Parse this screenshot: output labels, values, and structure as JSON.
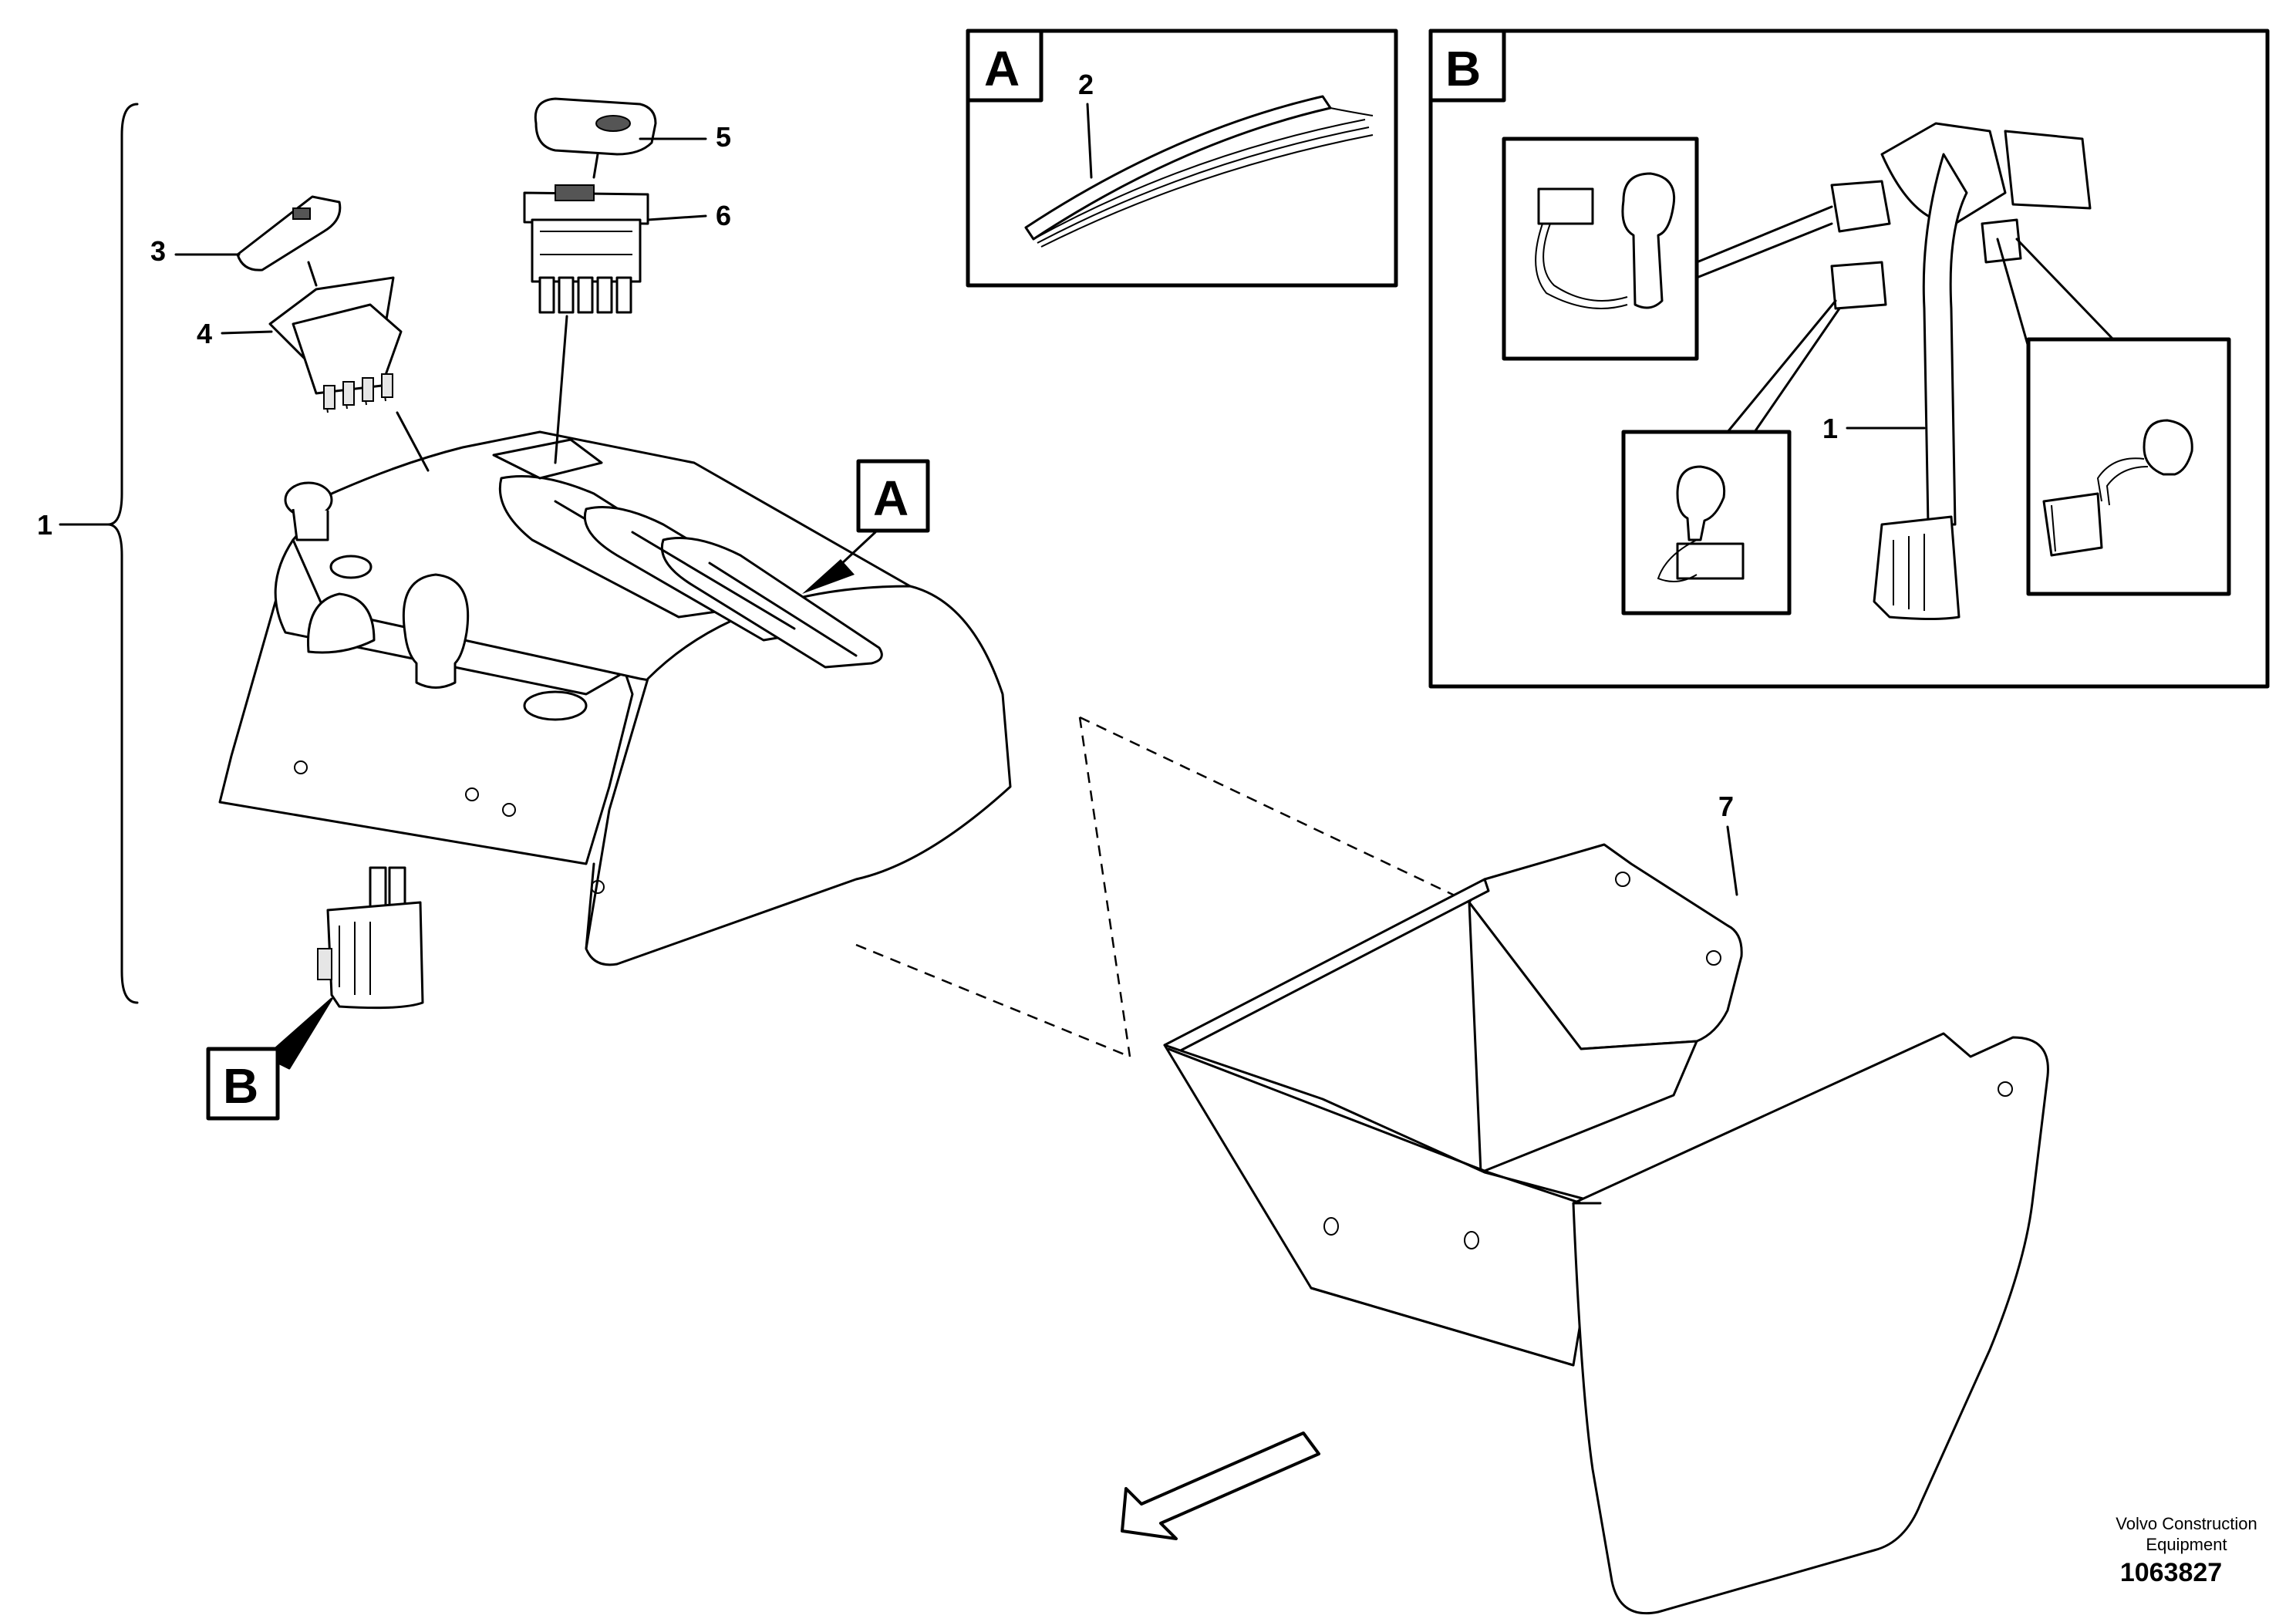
{
  "callouts": {
    "c1_main": "1",
    "c2": "2",
    "c3": "3",
    "c4": "4",
    "c5": "5",
    "c6": "6",
    "c7": "7",
    "c1_detail": "1"
  },
  "detail_labels": {
    "a_box": "A",
    "b_box": "B",
    "a_ref": "A",
    "b_ref": "B"
  },
  "footer": {
    "credit_line1": "Volvo Construction",
    "credit_line2": "Equipment",
    "doc_number": "1063827"
  }
}
